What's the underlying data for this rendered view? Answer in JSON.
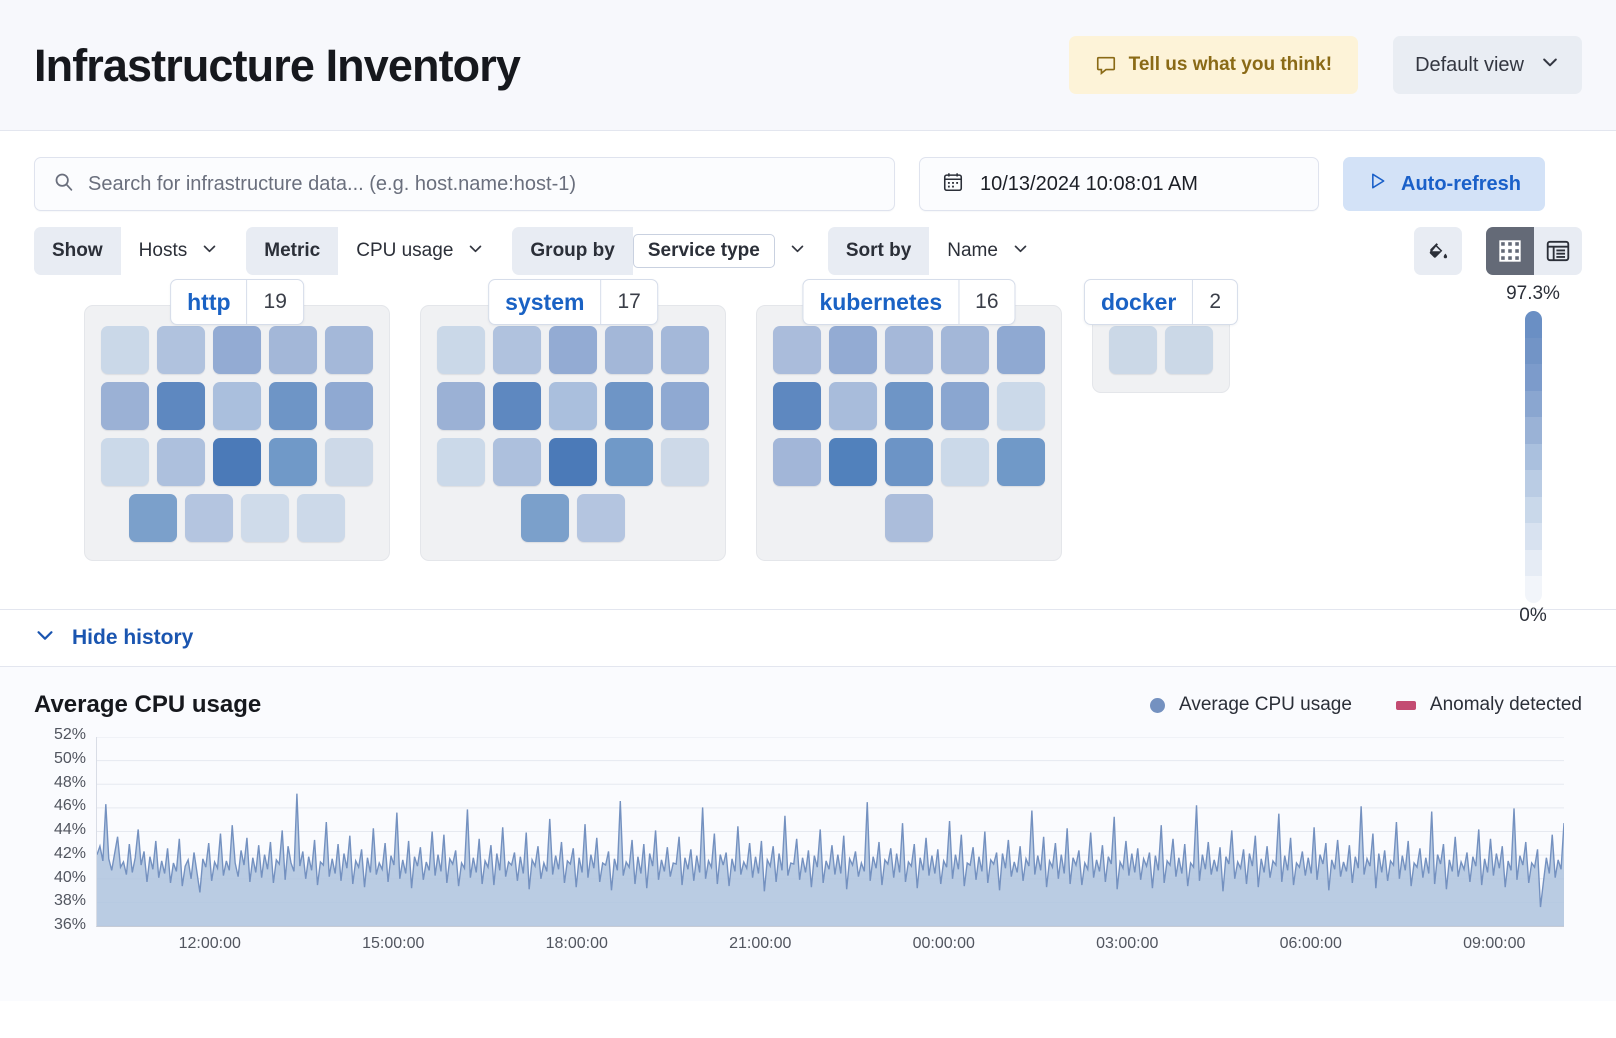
{
  "header": {
    "title": "Infrastructure Inventory",
    "feedback_label": "Tell us what you think!",
    "feedback_icon": "comment-icon",
    "view_label": "Default view",
    "view_icon": "chevron-down-icon"
  },
  "search": {
    "placeholder": "Search for infrastructure data... (e.g. host.name:host-1)",
    "icon": "search-icon",
    "date_value": "10/13/2024 10:08:01 AM",
    "date_icon": "calendar-icon",
    "refresh_label": "Auto-refresh",
    "refresh_icon": "play-icon"
  },
  "filters": [
    {
      "label": "Show",
      "value": "Hosts",
      "boxed": false
    },
    {
      "label": "Metric",
      "value": "CPU usage",
      "boxed": false
    },
    {
      "label": "Group by",
      "value": "Service type",
      "boxed": true
    },
    {
      "label": "Sort by",
      "value": "Name",
      "boxed": false
    }
  ],
  "toolbar": {
    "palette_icon": "paint-bucket-icon",
    "grid_view_icon": "grid-view-icon",
    "table_view_icon": "table-view-icon",
    "active_view": "grid"
  },
  "treemap": {
    "scale_max": "97.3%",
    "scale_min": "0%",
    "scale_colors": [
      "#6a8fc4",
      "#7294c6",
      "#7c9bcb",
      "#8aa6d0",
      "#9ab2d6",
      "#aac0de",
      "#bacce4",
      "#c9d8ea",
      "#d8e2f0",
      "#e6ecf5",
      "#f2f5fa"
    ],
    "groups": [
      {
        "name": "http",
        "count": "19",
        "rows": [
          [
            "#cad8e8",
            "#b0c2de",
            "#93abd3",
            "#a3b7d8",
            "#a4b8d9"
          ],
          [
            "#9bb1d5",
            "#5e88c0",
            "#aabfdd",
            "#6e95c6",
            "#8fa9d2"
          ],
          [
            "#cbd9e9",
            "#adc0dd",
            "#4b7ab8",
            "#7099c8",
            "#cdd9e8"
          ],
          [
            "#7ba0cb",
            "#b4c5e0",
            "#cfdbea",
            "#ccd9e9"
          ]
        ]
      },
      {
        "name": "system",
        "count": "17",
        "rows": [
          [
            "#cad8e8",
            "#b0c2de",
            "#93abd3",
            "#a3b7d8",
            "#a4b8d9"
          ],
          [
            "#9bb1d5",
            "#5e88c0",
            "#aabfdd",
            "#6e95c6",
            "#8fa9d2"
          ],
          [
            "#cbd9e9",
            "#adc0dd",
            "#4b7ab8",
            "#7099c8",
            "#cdd9e8"
          ],
          [
            "#7ba0cb",
            "#b4c5e0"
          ]
        ]
      },
      {
        "name": "kubernetes",
        "count": "16",
        "rows": [
          [
            "#aabcdb",
            "#93abd3",
            "#a5b8d9",
            "#a3b7d8",
            "#8fa9d2"
          ],
          [
            "#5e88c0",
            "#a8bcdb",
            "#6e95c6",
            "#8aa6d0",
            "#cbd9e9"
          ],
          [
            "#a2b6d8",
            "#5181bc",
            "#6c94c6",
            "#cbd9e9",
            "#7099c8"
          ],
          [
            "#abbddb"
          ]
        ]
      },
      {
        "name": "docker",
        "count": "2",
        "rows": [
          [
            "#cbd8e7",
            "#cbd8e7"
          ]
        ]
      }
    ]
  },
  "history": {
    "toggle_label": "Hide history",
    "toggle_icon": "chevron-down-icon"
  },
  "chart_data": {
    "type": "area",
    "title": "Average CPU usage",
    "xlabel": "",
    "ylabel": "",
    "grid": true,
    "legend_position": "top-right",
    "legend": [
      {
        "name": "Average CPU usage",
        "color": "#7491c0",
        "marker": "dot"
      },
      {
        "name": "Anomaly detected",
        "color": "#c34b72",
        "marker": "square"
      }
    ],
    "yticks": [
      "52%",
      "50%",
      "48%",
      "46%",
      "44%",
      "42%",
      "40%",
      "38%",
      "36%"
    ],
    "ylim": [
      35,
      53
    ],
    "xticks": [
      "12:00:00",
      "15:00:00",
      "18:00:00",
      "21:00:00",
      "00:00:00",
      "03:00:00",
      "06:00:00",
      "09:00:00"
    ],
    "series": [
      {
        "name": "Average CPU usage",
        "color": "#7491c0",
        "values": [
          41.8,
          42.6,
          41.2,
          46.6,
          41.4,
          40.3,
          41.9,
          43.5,
          40.6,
          41.1,
          39.9,
          42.8,
          40.1,
          41.5,
          44.2,
          40.8,
          42.1,
          39.2,
          41.6,
          40.4,
          43.1,
          39.6,
          41.2,
          40.0,
          42.4,
          39.1,
          41.0,
          40.2,
          43.3,
          38.8,
          40.7,
          41.3,
          39.5,
          42.0,
          40.1,
          38.2,
          41.4,
          40.6,
          42.9,
          39.3,
          41.1,
          40.5,
          43.8,
          39.8,
          41.2,
          40.3,
          44.6,
          41.0,
          39.7,
          42.2,
          40.8,
          43.4,
          39.2,
          41.5,
          40.1,
          42.7,
          39.6,
          41.8,
          40.4,
          43.0,
          39.1,
          41.3,
          40.9,
          44.1,
          39.4,
          42.6,
          41.0,
          40.2,
          47.6,
          40.7,
          42.1,
          39.5,
          41.6,
          40.3,
          43.2,
          38.9,
          41.1,
          40.8,
          44.9,
          39.7,
          41.4,
          40.0,
          42.8,
          39.3,
          41.9,
          40.5,
          43.6,
          39.0,
          41.2,
          40.6,
          42.3,
          38.7,
          41.5,
          40.1,
          44.3,
          39.9,
          41.0,
          40.4,
          42.9,
          39.2,
          41.7,
          40.8,
          45.8,
          39.5,
          41.3,
          40.0,
          43.1,
          38.6,
          41.6,
          40.7,
          42.5,
          39.4,
          41.1,
          40.3,
          44.0,
          39.8,
          41.8,
          40.2,
          43.7,
          39.1,
          41.4,
          40.9,
          42.2,
          38.8,
          41.0,
          40.5,
          46.1,
          39.6,
          41.5,
          40.1,
          43.3,
          39.0,
          41.2,
          40.6,
          42.7,
          38.9,
          41.9,
          40.3,
          44.4,
          39.7,
          41.1,
          40.8,
          42.0,
          39.3,
          41.6,
          40.0,
          43.9,
          38.5,
          41.3,
          40.7,
          42.6,
          39.5,
          41.0,
          40.2,
          45.2,
          39.9,
          41.7,
          40.4,
          43.0,
          39.1,
          41.2,
          40.9,
          42.4,
          38.7,
          41.5,
          40.1,
          44.7,
          39.6,
          41.8,
          40.5,
          43.4,
          39.2,
          41.0,
          40.8,
          42.1,
          38.4,
          41.4,
          40.3,
          46.9,
          39.8,
          41.1,
          40.6,
          43.2,
          39.0,
          41.6,
          40.0,
          42.8,
          38.6,
          41.9,
          40.7,
          44.1,
          39.4,
          41.3,
          40.2,
          42.5,
          39.7,
          41.0,
          40.9,
          43.5,
          38.9,
          41.5,
          40.4,
          42.3,
          39.3,
          41.7,
          40.1,
          46.3,
          39.5,
          41.2,
          40.6,
          43.8,
          39.0,
          41.8,
          40.8,
          42.0,
          38.8,
          41.4,
          40.2,
          44.5,
          39.9,
          41.1,
          40.5,
          42.9,
          39.6,
          41.6,
          40.0,
          43.1,
          38.3,
          41.3,
          40.7,
          42.6,
          39.2,
          41.9,
          40.3,
          45.5,
          39.8,
          41.0,
          40.9,
          43.3,
          39.4,
          41.5,
          40.1,
          42.2,
          38.7,
          41.7,
          40.6,
          44.2,
          39.1,
          41.2,
          40.4,
          42.7,
          39.9,
          41.8,
          40.0,
          43.6,
          38.5,
          41.4,
          40.8,
          42.1,
          39.7,
          41.0,
          40.2,
          46.8,
          39.3,
          41.6,
          40.5,
          43.0,
          38.9,
          41.3,
          40.9,
          42.4,
          39.6,
          41.9,
          40.1,
          44.8,
          39.2,
          41.1,
          40.7,
          42.8,
          38.6,
          41.5,
          40.3,
          43.4,
          39.8,
          41.7,
          40.0,
          42.3,
          39.0,
          41.2,
          40.6,
          45.0,
          39.5,
          41.8,
          40.4,
          43.7,
          38.8,
          41.0,
          40.8,
          42.5,
          39.4,
          41.6,
          40.2,
          44.0,
          39.1,
          41.3,
          40.9,
          42.0,
          38.4,
          41.9,
          40.5,
          43.2,
          39.7,
          41.1,
          40.1,
          42.6,
          39.3,
          41.4,
          40.7,
          46.0,
          39.9,
          41.7,
          40.3,
          43.5,
          38.7,
          41.2,
          40.6,
          42.9,
          39.5,
          41.8,
          40.0,
          44.3,
          39.0,
          41.5,
          40.8,
          42.2,
          38.9,
          41.0,
          40.4,
          43.9,
          39.6,
          41.3,
          40.2,
          42.7,
          39.2,
          41.6,
          40.9,
          45.4,
          38.5,
          41.1,
          40.5,
          43.1,
          39.8,
          41.9,
          40.1,
          42.4,
          39.4,
          41.4,
          40.7,
          42.0,
          38.6,
          41.7,
          40.3,
          44.6,
          39.1,
          41.2,
          40.8,
          43.3,
          39.7,
          41.5,
          40.0,
          42.8,
          38.8,
          41.0,
          40.6,
          46.5,
          39.3,
          41.8,
          40.4,
          43.0,
          39.9,
          41.3,
          40.2,
          42.5,
          38.3,
          41.6,
          40.9,
          44.1,
          39.5,
          41.1,
          40.5,
          42.3,
          39.0,
          41.9,
          40.7,
          43.6,
          38.7,
          41.4,
          40.1,
          42.6,
          39.6,
          41.2,
          40.8,
          45.7,
          39.2,
          41.7,
          40.3,
          43.4,
          38.9,
          41.0,
          40.6,
          42.1,
          39.8,
          41.5,
          40.0,
          44.4,
          39.4,
          41.8,
          40.9,
          42.9,
          38.4,
          41.3,
          40.4,
          43.2,
          39.7,
          41.1,
          40.2,
          42.7,
          39.1,
          41.6,
          40.5,
          46.4,
          39.9,
          41.4,
          40.7,
          43.8,
          38.6,
          41.9,
          40.1,
          42.2,
          39.3,
          41.2,
          40.8,
          44.9,
          39.5,
          41.7,
          40.3,
          43.1,
          38.8,
          41.0,
          40.6,
          42.4,
          39.6,
          41.5,
          40.0,
          45.9,
          39.0,
          41.8,
          40.9,
          42.8,
          38.5,
          41.3,
          40.2,
          43.5,
          39.7,
          41.1,
          40.4,
          42.0,
          39.2,
          41.6,
          40.7,
          44.2,
          38.9,
          41.4,
          40.1,
          43.3,
          39.8,
          41.9,
          40.5,
          42.6,
          38.7,
          41.2,
          40.3,
          46.2,
          39.4,
          41.7,
          40.8,
          43.0,
          39.1,
          41.0,
          40.6,
          42.3,
          36.8,
          39.2,
          41.5,
          40.0,
          43.7,
          39.6,
          41.3,
          40.4,
          44.8
        ]
      }
    ]
  }
}
